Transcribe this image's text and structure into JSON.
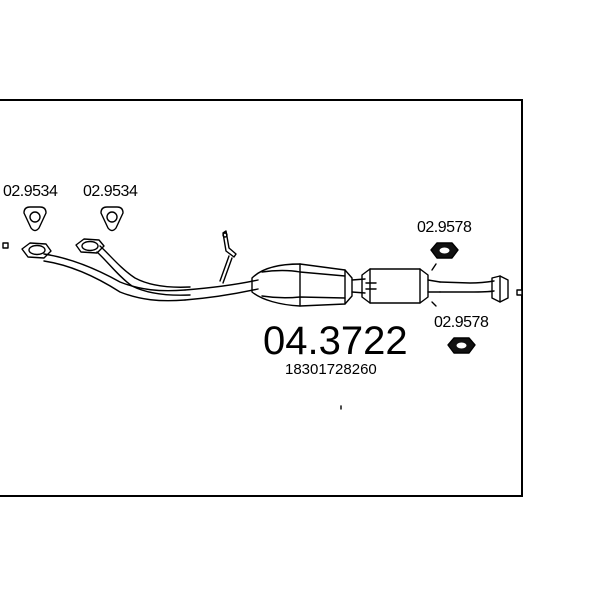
{
  "diagram": {
    "main_part_number": "04.3722",
    "oe_number": "18301728260",
    "parts": [
      {
        "label": "02.9534",
        "icon": "triangular-gasket-icon"
      },
      {
        "label": "02.9534",
        "icon": "triangular-gasket-icon"
      },
      {
        "label": "02.9578",
        "icon": "oval-gasket-icon"
      },
      {
        "label": "02.9578",
        "icon": "oval-gasket-icon"
      }
    ]
  }
}
